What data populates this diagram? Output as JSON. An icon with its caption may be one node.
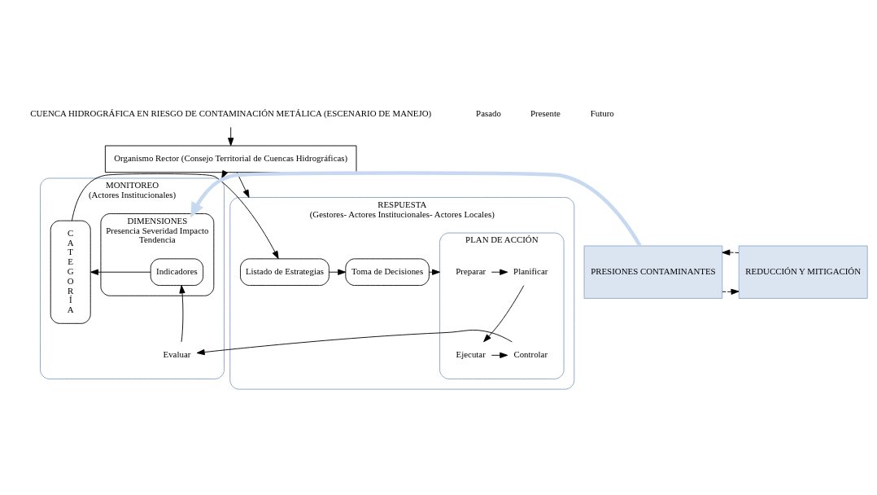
{
  "diagram": {
    "nodes": [
      {
        "text": [
          "CUENCA HIDROGRÁFICA EN RIESGO DE CONTAMINACIÓN METÁLICA (ESCENARIO DE MANEJO)"
        ]
      },
      {
        "text": [
          "Organismo Rector (Consejo Territorial de Cuencas Hidrográficas)"
        ]
      },
      {
        "text": [
          "MONITOREO",
          "(Actores Institucionales)"
        ]
      },
      {
        "text": [
          "DIMENSIONES",
          "Presencia Severidad Impacto",
          "Tendencia"
        ],
        "in": 2
      },
      {
        "text": [
          "Indicadores"
        ],
        "in": 3
      },
      {
        "text": [
          "Evaluar"
        ],
        "in": 2
      },
      {
        "text": [
          "CATEGORÍA"
        ],
        "in": 2
      },
      {
        "text": [
          "RESPUESTA",
          "(Gestores- Actores Institucionales- Actores Locales)"
        ]
      },
      {
        "text": [
          "Listado de Estrategias"
        ],
        "in": 7
      },
      {
        "text": [
          "Toma de Decisiones"
        ],
        "in": 7
      },
      {
        "text": [
          "PLAN DE ACCIÓN"
        ],
        "in": 7
      },
      {
        "text": [
          "Preparar"
        ],
        "in": 10
      },
      {
        "text": [
          "Planificar"
        ],
        "in": 10
      },
      {
        "text": [
          "Ejecutar"
        ],
        "in": 10
      },
      {
        "text": [
          "Controlar"
        ],
        "in": 10
      },
      {
        "text": [
          "PRESIONES CONTAMINANTES"
        ]
      },
      {
        "text": [
          "REDUCCIÓN Y MITIGACIÓN"
        ]
      }
    ],
    "edges": [
      {
        "from": 0,
        "to": 1,
        "arrow": "to"
      },
      {
        "from": 1,
        "to": 2,
        "arrow": "to"
      },
      {
        "from": 1,
        "to": 7,
        "arrow": "to"
      },
      {
        "from": 15,
        "to": 3,
        "arrow": "to",
        "style": "thick",
        "color": "#c6d9f1"
      },
      {
        "from": 4,
        "to": 6,
        "arrow": "to"
      },
      {
        "from": 5,
        "to": 4,
        "arrow": "to"
      },
      {
        "from": 6,
        "to": 8,
        "arrow": "to"
      },
      {
        "from": 8,
        "to": 9,
        "arrow": "to"
      },
      {
        "from": 9,
        "to": 10,
        "arrow": "to"
      },
      {
        "from": 11,
        "to": 12,
        "arrow": "to"
      },
      {
        "from": 12,
        "to": 13,
        "arrow": "to"
      },
      {
        "from": 13,
        "to": 14,
        "arrow": "to"
      },
      {
        "from": 14,
        "to": 5,
        "arrow": "to"
      },
      {
        "from": 15,
        "to": 16,
        "arrow": "to",
        "style": "dashed"
      },
      {
        "from": 16,
        "to": 15,
        "arrow": "to",
        "style": "dashed"
      }
    ],
    "labels": [
      "Pasado",
      "Presente",
      "Futuro"
    ]
  }
}
